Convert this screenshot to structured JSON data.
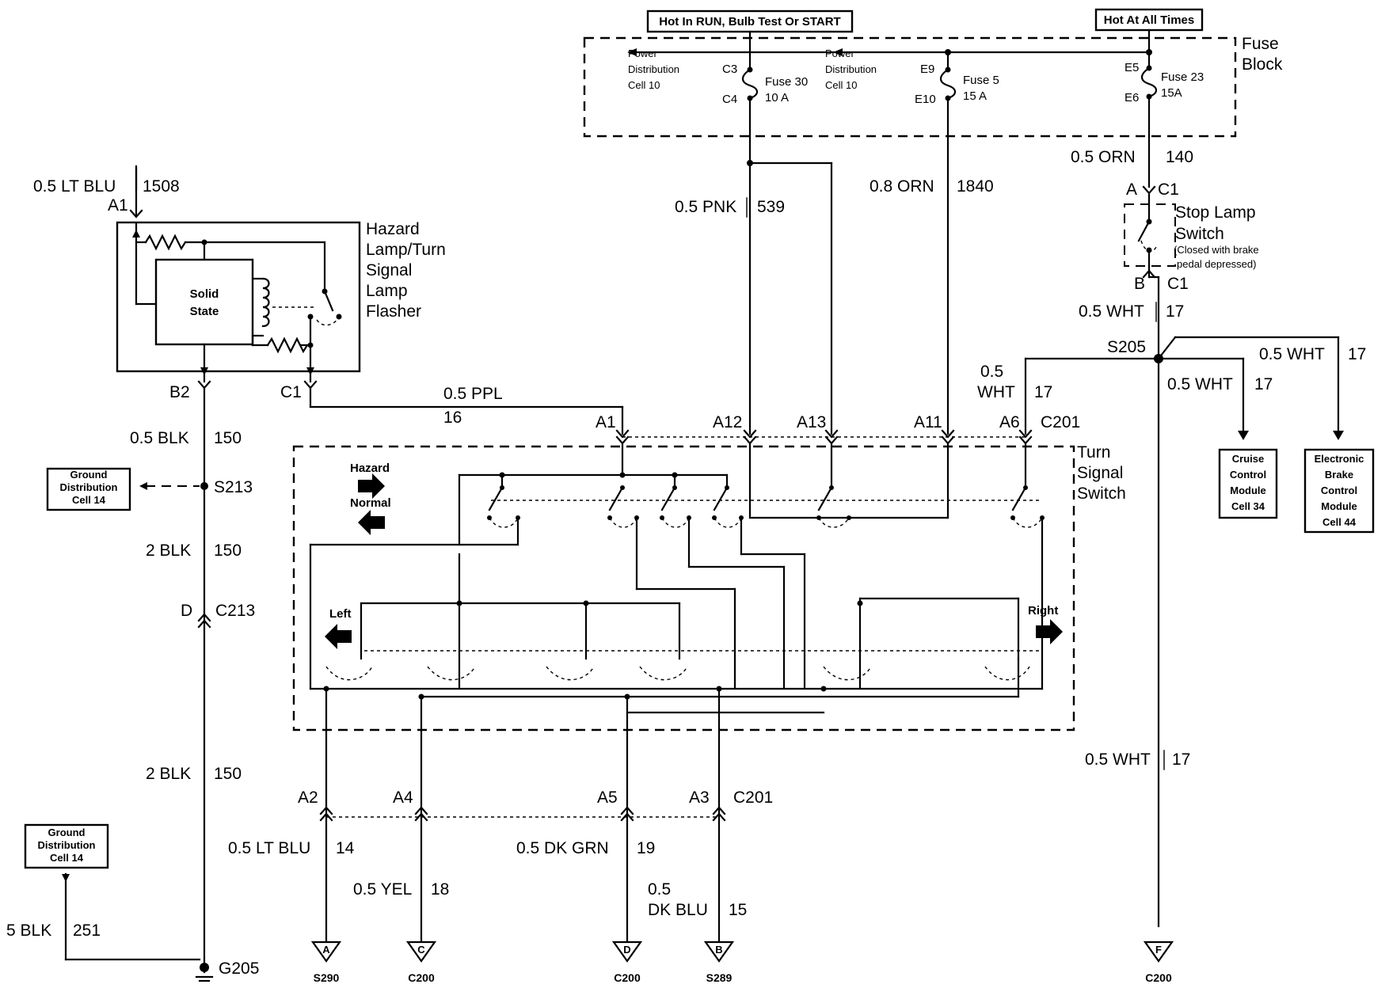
{
  "power_sources": {
    "run_label": "Hot In RUN, Bulb Test Or START",
    "always_label": "Hot At All Times"
  },
  "fuse_block": {
    "title_line1": "Fuse",
    "title_line2": "Block",
    "pdc_left": [
      "Power",
      "Distribution",
      "Cell 10"
    ],
    "pdc_right": [
      "Power",
      "Distribution",
      "Cell 10"
    ],
    "fuse30": {
      "top": "C3",
      "bottom": "C4",
      "name": "Fuse 30",
      "rating": "10 A"
    },
    "fuse5": {
      "top": "E9",
      "bottom": "E10",
      "name": "Fuse 5",
      "rating": "15 A"
    },
    "fuse23": {
      "top": "E5",
      "bottom": "E6",
      "name": "Fuse 23",
      "rating": "15A"
    }
  },
  "wires": {
    "lt_blu_1508": {
      "size": "0.5 LT BLU",
      "circuit": "1508"
    },
    "pnk_539": {
      "size": "0.5 PNK",
      "circuit": "539"
    },
    "orn_1840": {
      "size": "0.8 ORN",
      "circuit": "1840"
    },
    "orn_140": {
      "size": "0.5 ORN",
      "circuit": "140"
    },
    "wht_17_a": {
      "size": "0.5 WHT",
      "circuit": "17"
    },
    "wht_17_b": {
      "size": "0.5 WHT",
      "circuit": "17"
    },
    "wht_17_c": {
      "size": "0.5 WHT",
      "circuit": "17"
    },
    "wht_17_d_size1": "0.5",
    "wht_17_d_size2": "WHT",
    "wht_17_d_circuit": "17",
    "wht_17_e": {
      "size": "0.5 WHT",
      "circuit": "17"
    },
    "ppl_16": {
      "size": "0.5 PPL",
      "circuit": "16"
    },
    "blk_150_a": {
      "size": "0.5 BLK",
      "circuit": "150"
    },
    "blk_150_b": {
      "size": "2 BLK",
      "circuit": "150"
    },
    "blk_150_c": {
      "size": "2 BLK",
      "circuit": "150"
    },
    "blk_251": {
      "size": "5 BLK",
      "circuit": "251"
    },
    "lt_blu_14": {
      "size": "0.5 LT BLU",
      "circuit": "14"
    },
    "yel_18": {
      "size": "0.5 YEL",
      "circuit": "18"
    },
    "dk_grn_19": {
      "size": "0.5 DK GRN",
      "circuit": "19"
    },
    "dk_blu_15_size1": "0.5",
    "dk_blu_15_size2": "DK BLU",
    "dk_blu_15_circuit": "15"
  },
  "connectors": {
    "a1_top": "A1",
    "b2": "B2",
    "c1_flasher": "C1",
    "a1": "A1",
    "a12": "A12",
    "a13": "A13",
    "a11": "A11",
    "a6": "A6",
    "c201_top": "C201",
    "a2": "A2",
    "a4": "A4",
    "a5": "A5",
    "a3": "A3",
    "c201_bottom": "C201",
    "stop_a": "A",
    "stop_c1_top": "C1",
    "stop_b": "B",
    "stop_c1_bottom": "C1",
    "d_c213": "D",
    "c213": "C213"
  },
  "splices": {
    "s205": "S205",
    "s213": "S213",
    "g205": "G205"
  },
  "components": {
    "flasher": [
      "Hazard",
      "Lamp/Turn",
      "Signal",
      "Lamp",
      "Flasher"
    ],
    "solid_state": [
      "Solid",
      "State"
    ],
    "stop_switch": [
      "Stop Lamp",
      "Switch"
    ],
    "stop_switch_note": [
      "(Closed with brake",
      "pedal depressed)"
    ],
    "turn_switch": [
      "Turn",
      "Signal",
      "Switch"
    ],
    "hazard": "Hazard",
    "normal": "Normal",
    "left": "Left",
    "right": "Right"
  },
  "references": {
    "ground_dist_1": [
      "Ground",
      "Distribution",
      "Cell 14"
    ],
    "ground_dist_2": [
      "Ground",
      "Distribution",
      "Cell 14"
    ],
    "cruise": [
      "Cruise",
      "Control",
      "Module",
      "Cell 34"
    ],
    "ebcm": [
      "Electronic",
      "Brake",
      "Control",
      "Module",
      "Cell 44"
    ]
  },
  "offpage": [
    {
      "letter": "A",
      "label": "S290"
    },
    {
      "letter": "C",
      "label": "C200"
    },
    {
      "letter": "D",
      "label": "C200"
    },
    {
      "letter": "B",
      "label": "S289"
    },
    {
      "letter": "F",
      "label": "C200"
    }
  ]
}
